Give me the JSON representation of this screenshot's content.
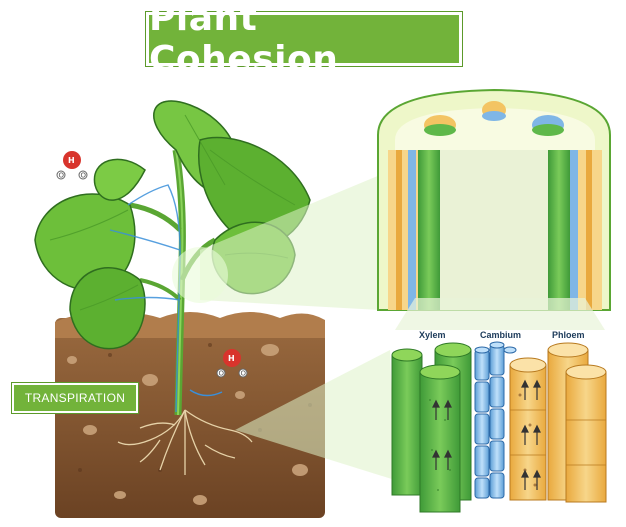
{
  "title": "Plant Cohesion",
  "side_label": "TRANSPIRATION",
  "molecule": {
    "top_letter": "H",
    "bottom_left": "O",
    "bottom_right": "O"
  },
  "tissues": {
    "xylem": "Xylem",
    "cambium": "Cambium",
    "phloem": "Phloem"
  },
  "colors": {
    "title_green": "#72b33a",
    "soil_brown": "#8a5a33",
    "leaf_green": "#6dbf3a",
    "xylem_green": "#5fb84a",
    "cambium_blue": "#7fb6e6",
    "phloem_yellow": "#f3c463"
  }
}
